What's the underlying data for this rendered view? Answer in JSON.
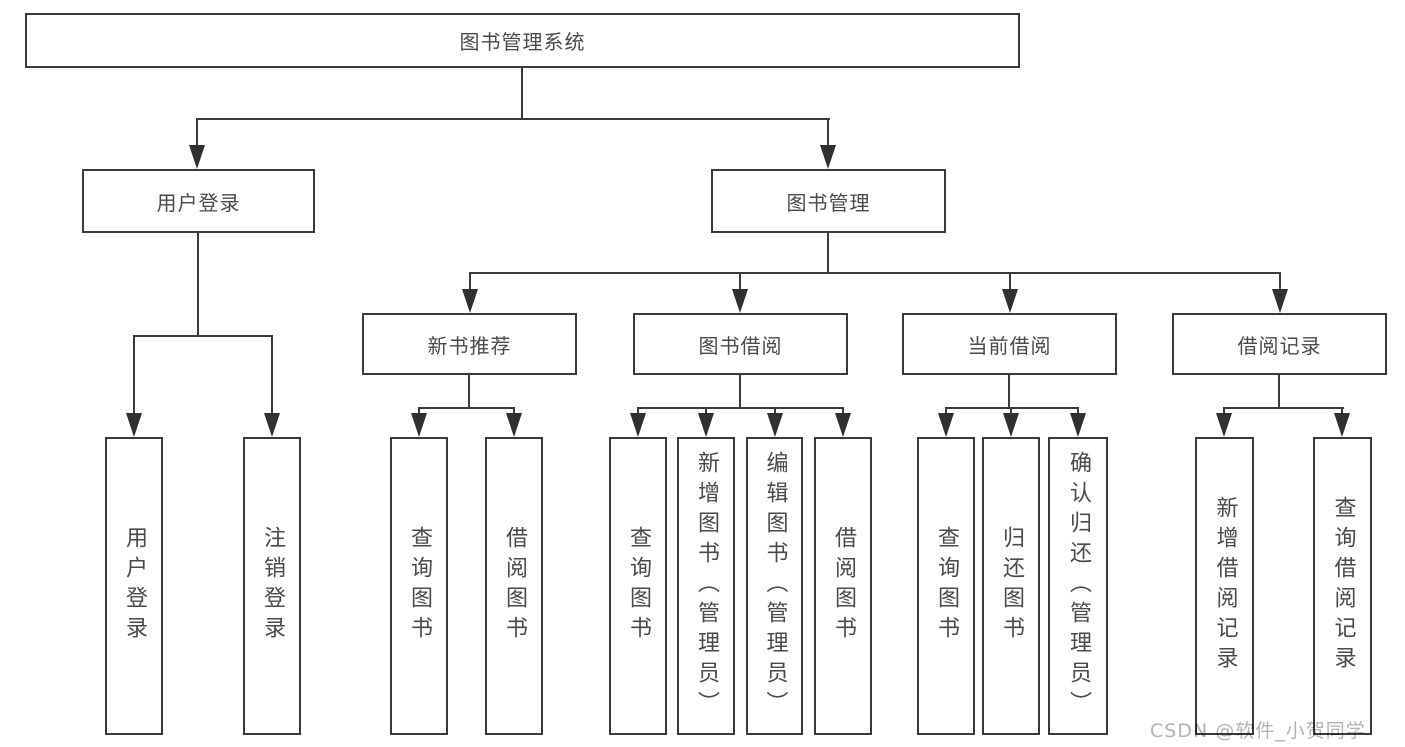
{
  "tree": {
    "label": "图书管理系统",
    "children": [
      {
        "label": "用户登录",
        "children": [
          {
            "label": "用户登录"
          },
          {
            "label": "注销登录"
          }
        ]
      },
      {
        "label": "图书管理",
        "children": [
          {
            "label": "新书推荐",
            "children": [
              {
                "label": "查询图书"
              },
              {
                "label": "借阅图书"
              }
            ]
          },
          {
            "label": "图书借阅",
            "children": [
              {
                "label": "查询图书"
              },
              {
                "label": "新增图书（管理员）"
              },
              {
                "label": "编辑图书（管理员）"
              },
              {
                "label": "借阅图书"
              }
            ]
          },
          {
            "label": "当前借阅",
            "children": [
              {
                "label": "查询图书"
              },
              {
                "label": "归还图书"
              },
              {
                "label": "确认归还（管理员）"
              }
            ]
          },
          {
            "label": "借阅记录",
            "children": [
              {
                "label": "新增借阅记录"
              },
              {
                "label": "查询借阅记录"
              }
            ]
          }
        ]
      }
    ]
  },
  "watermark": "CSDN @软件_小贺同学",
  "colors": {
    "line": "#3a3a3a",
    "text": "#4a4a4a",
    "box_background": "#ffffff",
    "watermark": "#b3b3b3"
  }
}
